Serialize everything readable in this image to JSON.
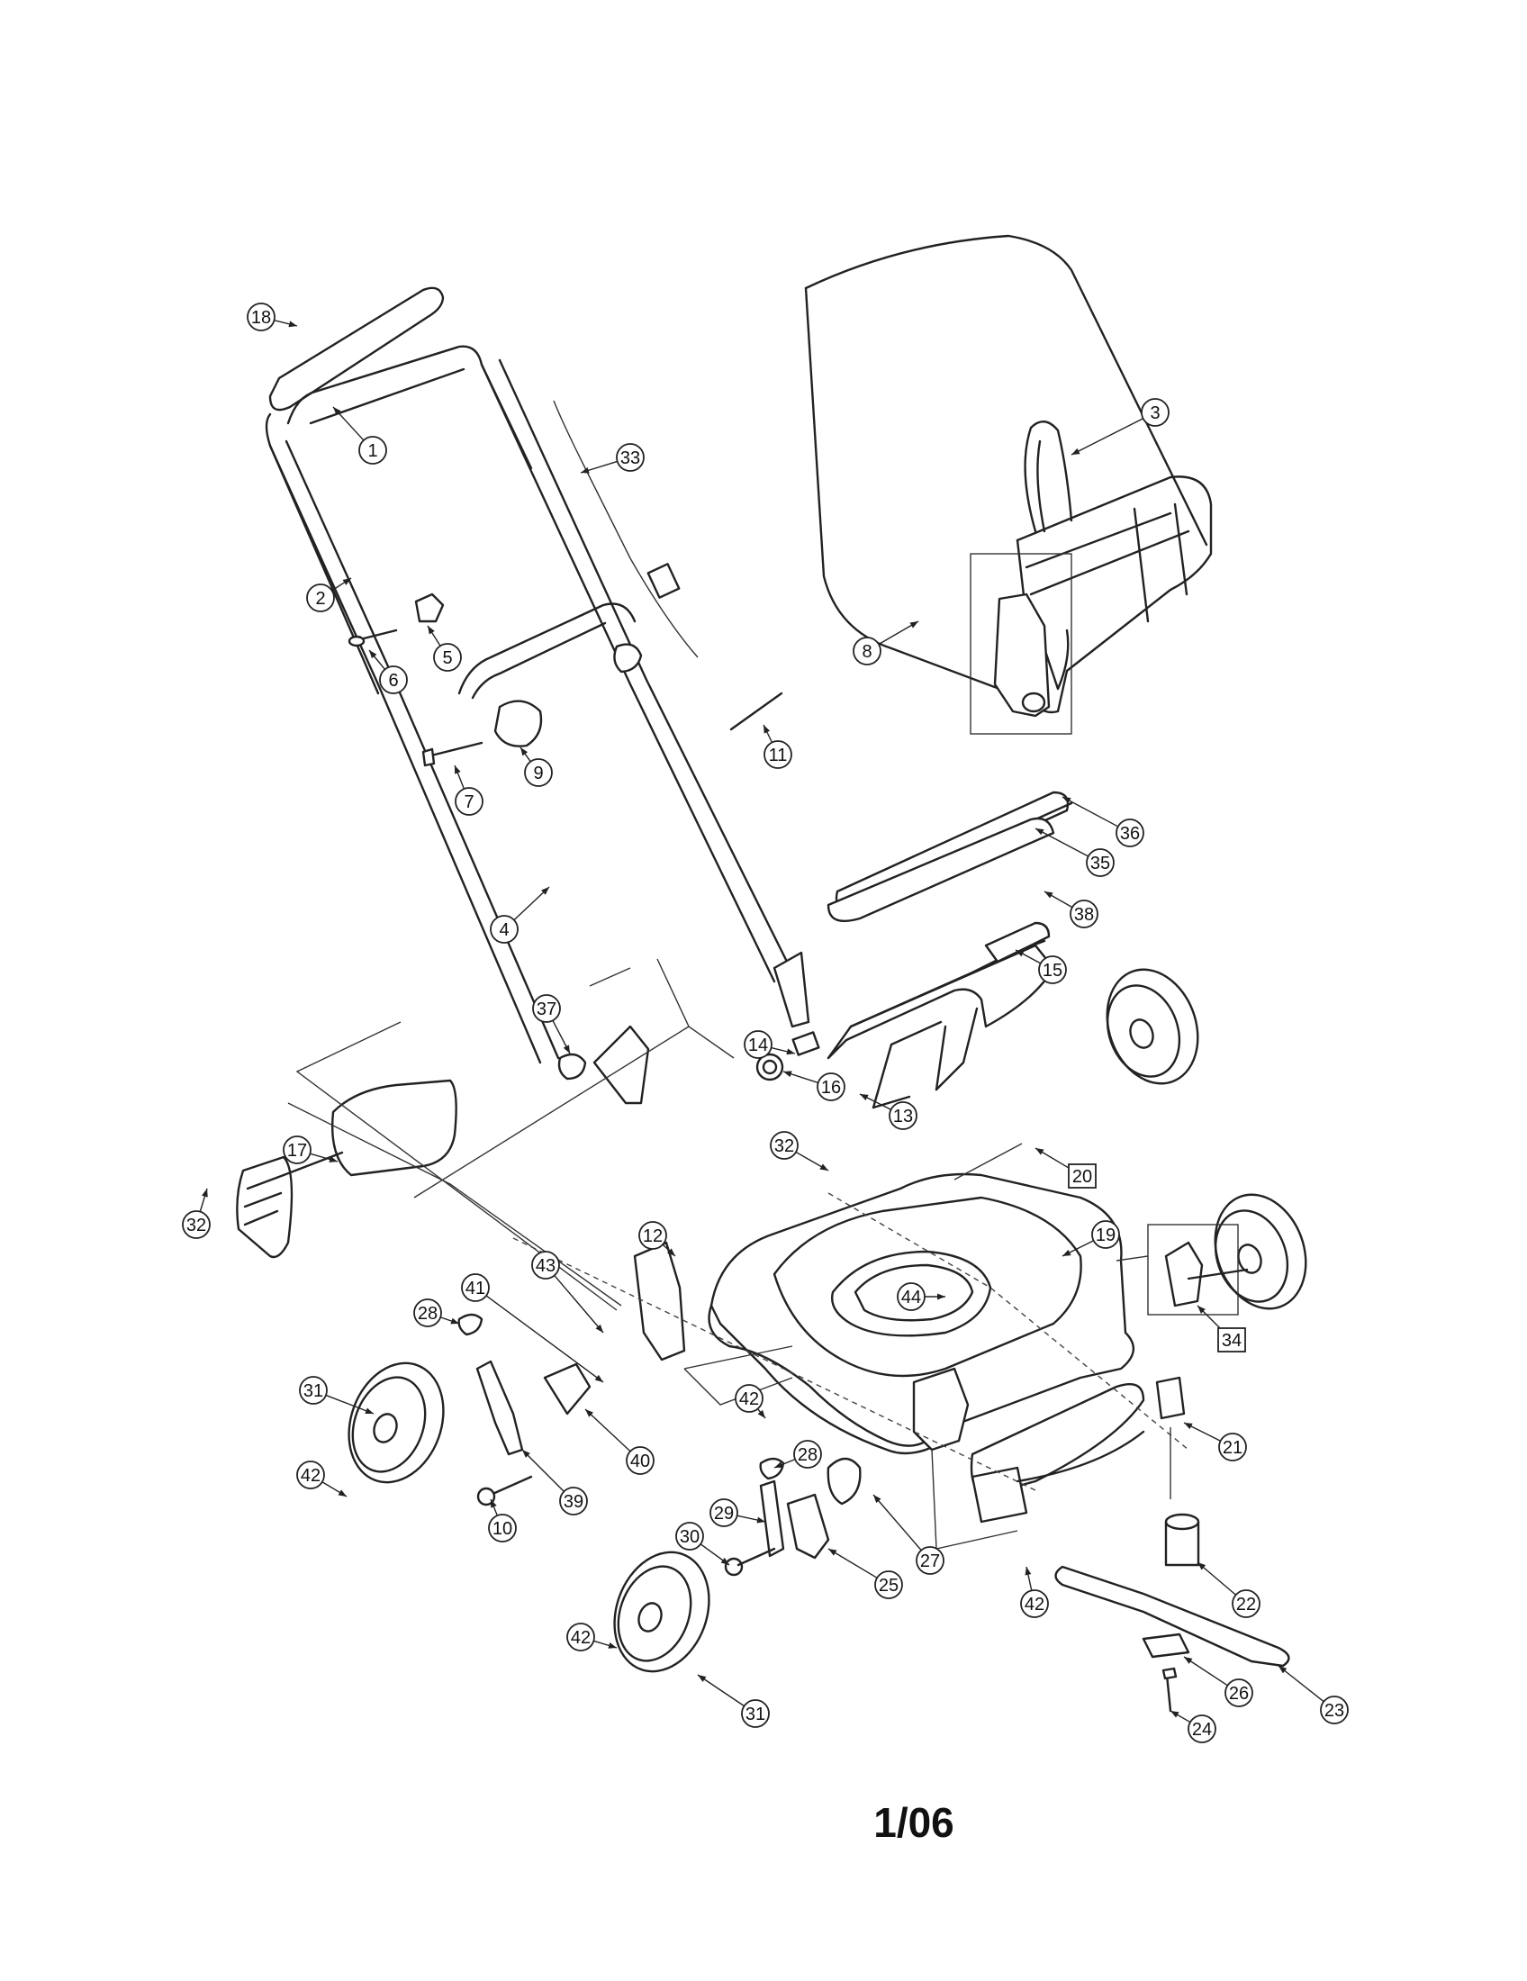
{
  "footer": {
    "date": "1/06"
  },
  "callouts": [
    {
      "label": "18",
      "boxed": false
    },
    {
      "label": "1",
      "boxed": false
    },
    {
      "label": "33",
      "boxed": false
    },
    {
      "label": "3",
      "boxed": false
    },
    {
      "label": "2",
      "boxed": false
    },
    {
      "label": "5",
      "boxed": false
    },
    {
      "label": "6",
      "boxed": false
    },
    {
      "label": "8",
      "boxed": false
    },
    {
      "label": "9",
      "boxed": false
    },
    {
      "label": "7",
      "boxed": false
    },
    {
      "label": "11",
      "boxed": false
    },
    {
      "label": "36",
      "boxed": false
    },
    {
      "label": "35",
      "boxed": false
    },
    {
      "label": "4",
      "boxed": false
    },
    {
      "label": "38",
      "boxed": false
    },
    {
      "label": "15",
      "boxed": false
    },
    {
      "label": "37",
      "boxed": false
    },
    {
      "label": "14",
      "boxed": false
    },
    {
      "label": "13",
      "boxed": false
    },
    {
      "label": "16",
      "boxed": false
    },
    {
      "label": "20",
      "boxed": true
    },
    {
      "label": "17",
      "boxed": false
    },
    {
      "label": "32",
      "boxed": false
    },
    {
      "label": "32",
      "boxed": false
    },
    {
      "label": "19",
      "boxed": false
    },
    {
      "label": "12",
      "boxed": false
    },
    {
      "label": "43",
      "boxed": false
    },
    {
      "label": "41",
      "boxed": false
    },
    {
      "label": "28",
      "boxed": false
    },
    {
      "label": "44",
      "boxed": false
    },
    {
      "label": "34",
      "boxed": true
    },
    {
      "label": "31",
      "boxed": false
    },
    {
      "label": "42",
      "boxed": false
    },
    {
      "label": "21",
      "boxed": false
    },
    {
      "label": "40",
      "boxed": false
    },
    {
      "label": "42",
      "boxed": false
    },
    {
      "label": "28",
      "boxed": false
    },
    {
      "label": "39",
      "boxed": false
    },
    {
      "label": "10",
      "boxed": false
    },
    {
      "label": "29",
      "boxed": false
    },
    {
      "label": "27",
      "boxed": false
    },
    {
      "label": "30",
      "boxed": false
    },
    {
      "label": "25",
      "boxed": false
    },
    {
      "label": "22",
      "boxed": false
    },
    {
      "label": "42",
      "boxed": false
    },
    {
      "label": "42",
      "boxed": false
    },
    {
      "label": "26",
      "boxed": false
    },
    {
      "label": "23",
      "boxed": false
    },
    {
      "label": "31",
      "boxed": false
    },
    {
      "label": "24",
      "boxed": false
    }
  ]
}
